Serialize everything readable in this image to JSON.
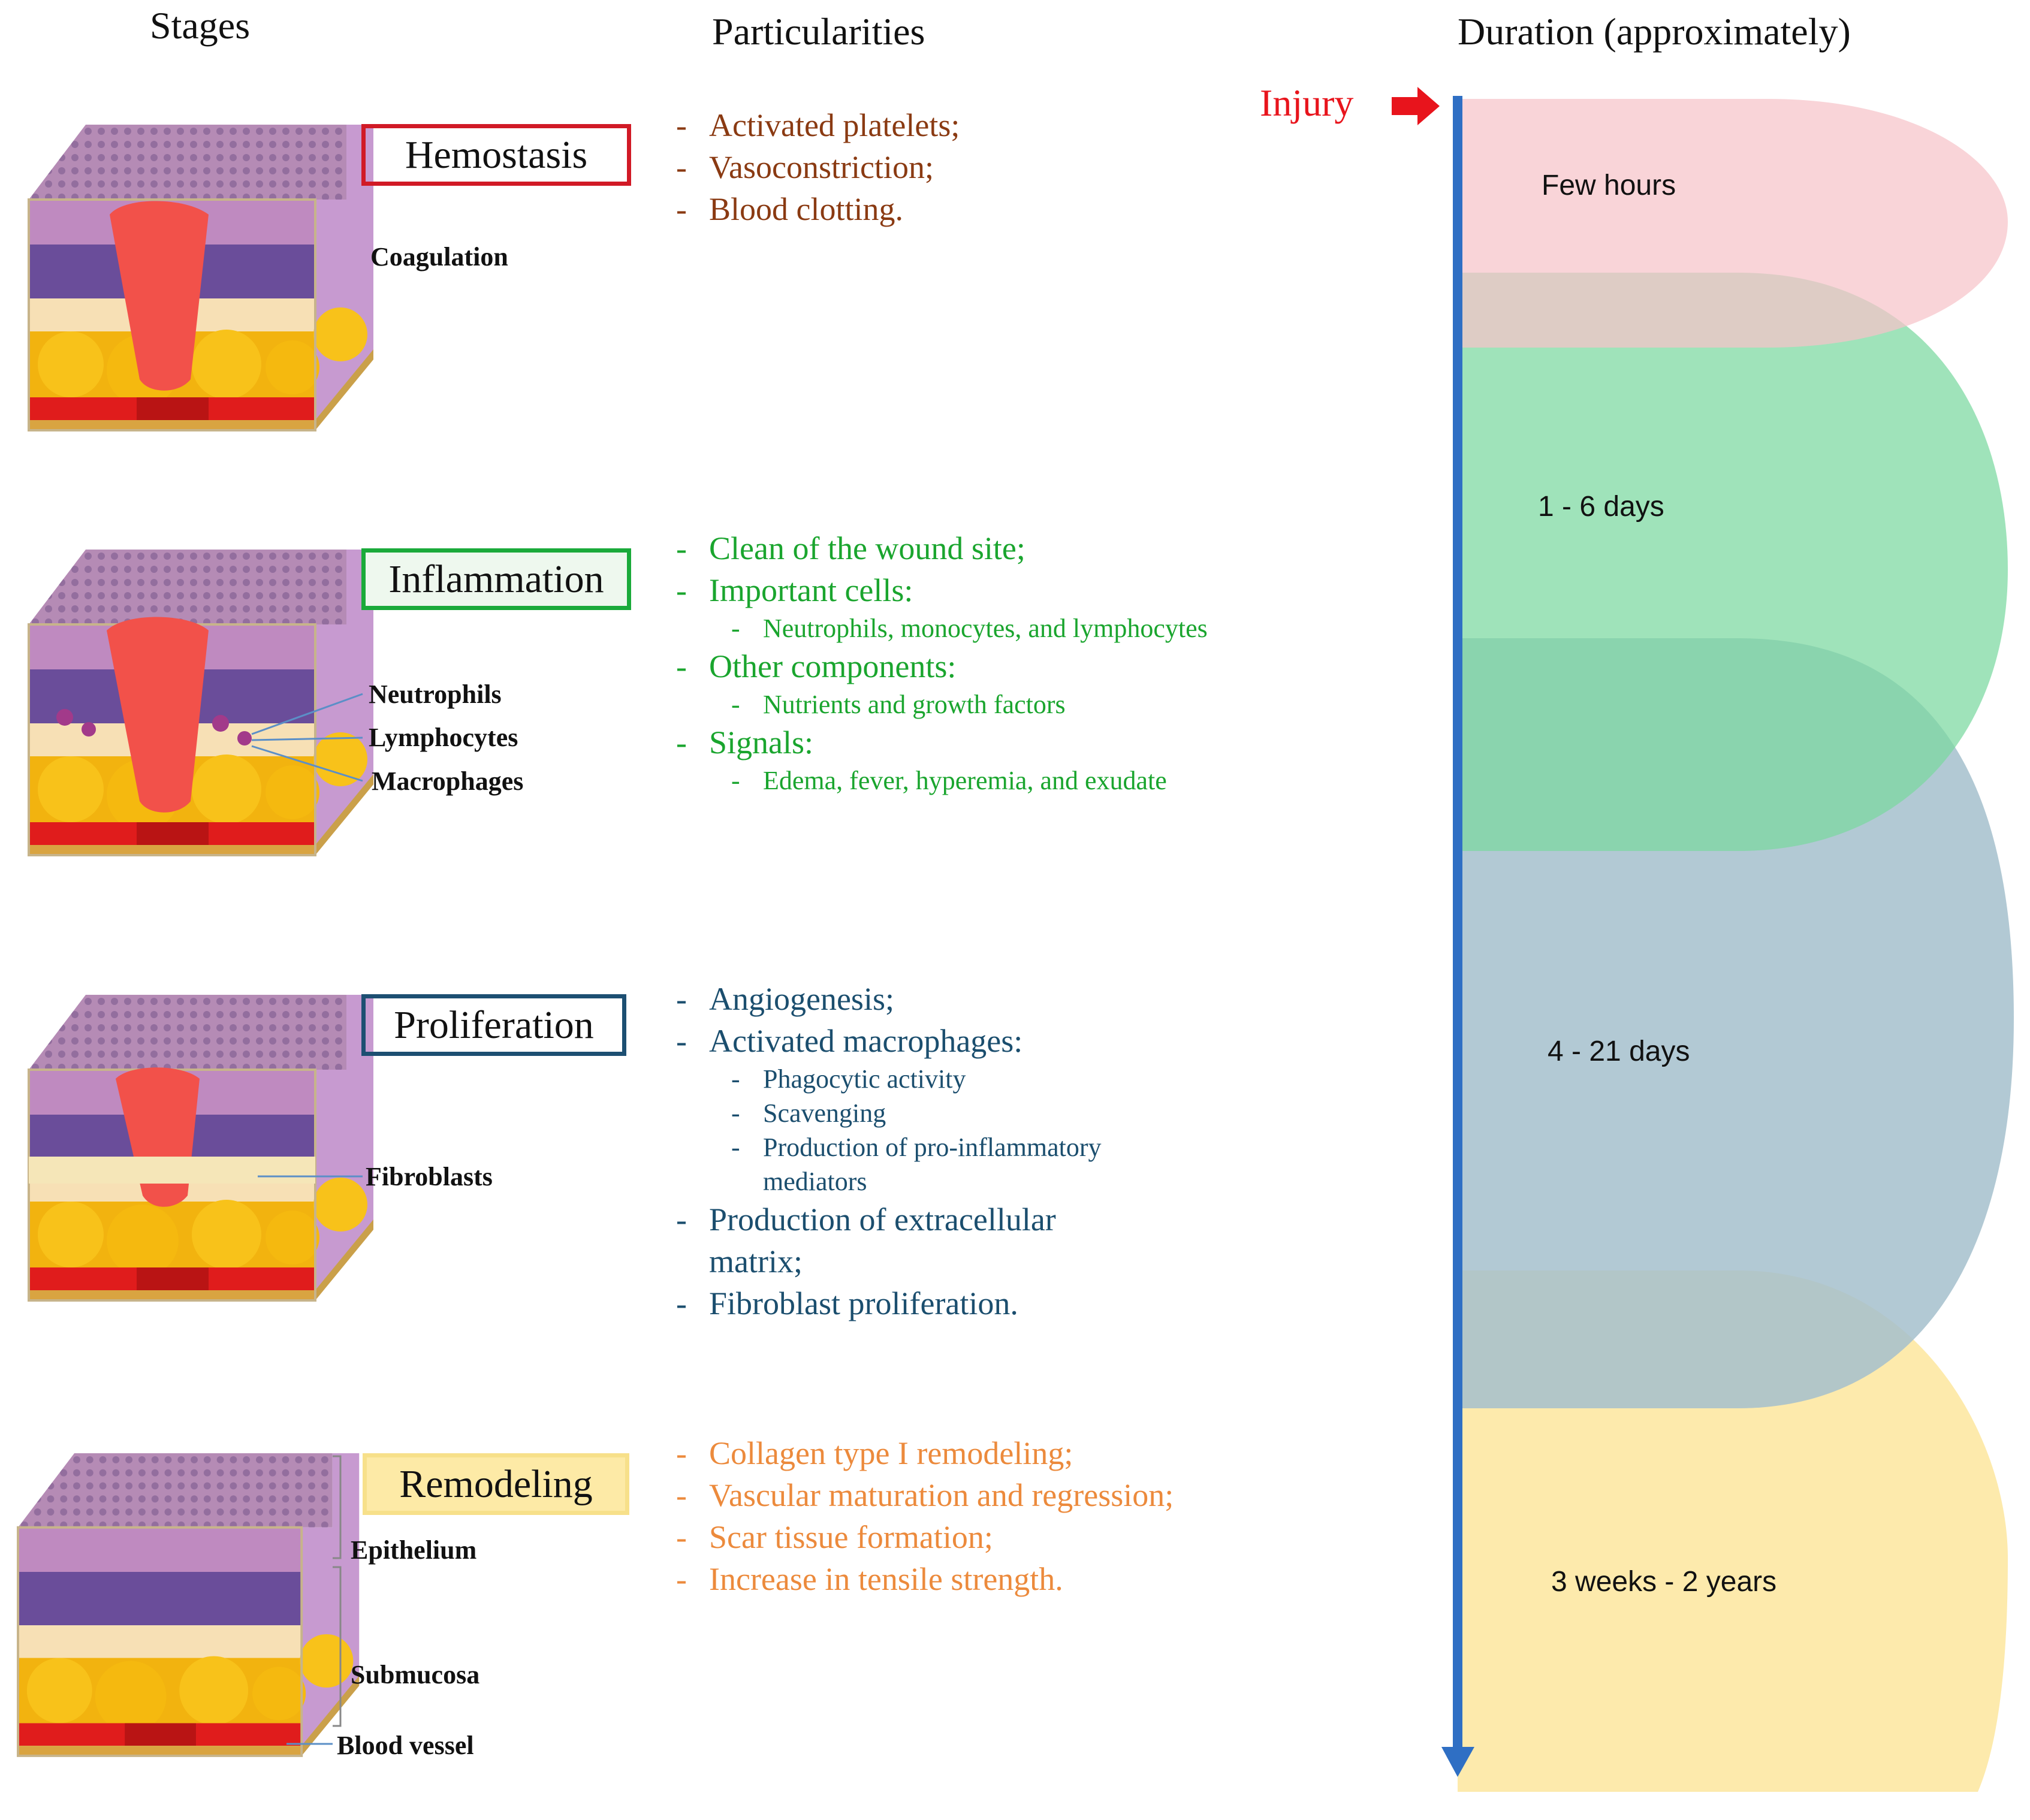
{
  "headers": {
    "stages": "Stages",
    "particularities": "Particularities",
    "duration": "Duration (approximately)"
  },
  "injury_label": "Injury",
  "colors": {
    "hemostasis": "#d11a26",
    "inflammation": "#1aaa3a",
    "proliferation": "#1d4f72",
    "remodeling": "#f0c94a",
    "hemostasis_text": "#8a3a12",
    "inflammation_text": "#1aa52e",
    "proliferation_text": "#1b4e6e",
    "remodeling_text": "#ec8a3c",
    "timeline": "#2f6fc4"
  },
  "stages": [
    {
      "name": "Hemostasis",
      "cell_labels": [
        "Coagulation"
      ],
      "particularities": [
        {
          "level": "main",
          "text": "Activated platelets;"
        },
        {
          "level": "main",
          "text": "Vasoconstriction;"
        },
        {
          "level": "main",
          "text": "Blood clotting."
        }
      ],
      "duration": "Few hours"
    },
    {
      "name": "Inflammation",
      "cell_labels": [
        "Neutrophils",
        "Lymphocytes",
        "Macrophages"
      ],
      "particularities": [
        {
          "level": "main",
          "text": "Clean of  the wound site;"
        },
        {
          "level": "main",
          "text": "Important  cells:"
        },
        {
          "level": "sub",
          "text": "Neutrophils, monocytes, and lymphocytes"
        },
        {
          "level": "main",
          "text": "Other components:"
        },
        {
          "level": "sub",
          "text": "Nutrients and growth factors"
        },
        {
          "level": "main",
          "text": "Signals:"
        },
        {
          "level": "sub",
          "text": "Edema, fever, hyperemia, and exudate"
        }
      ],
      "duration": "1 - 6 days"
    },
    {
      "name": "Proliferation",
      "cell_labels": [
        "Fibroblasts"
      ],
      "particularities": [
        {
          "level": "main",
          "text": "Angiogenesis;"
        },
        {
          "level": "main",
          "text": "Activated macrophages:"
        },
        {
          "level": "sub",
          "text": "Phagocytic activity"
        },
        {
          "level": "sub",
          "text": "Scavenging"
        },
        {
          "level": "sub",
          "text": "Production of  pro-inflammatory"
        },
        {
          "level": "sub-cont",
          "text": "mediators"
        },
        {
          "level": "main",
          "text": "Production of  extracellular"
        },
        {
          "level": "main-cont",
          "text": "matrix;"
        },
        {
          "level": "main",
          "text": "Fibroblast proliferation."
        }
      ],
      "duration": "4 - 21 days"
    },
    {
      "name": "Remodeling",
      "cell_labels": [
        "Epithelium",
        "Submucosa",
        "Blood vessel"
      ],
      "particularities": [
        {
          "level": "main",
          "text": "Collagen type I remodeling;"
        },
        {
          "level": "main",
          "text": "Vascular maturation and regression;"
        },
        {
          "level": "main",
          "text": "Scar tissue formation;"
        },
        {
          "level": "main",
          "text": "Increase in tensile strength."
        }
      ],
      "duration": "3 weeks - 2 years"
    }
  ]
}
